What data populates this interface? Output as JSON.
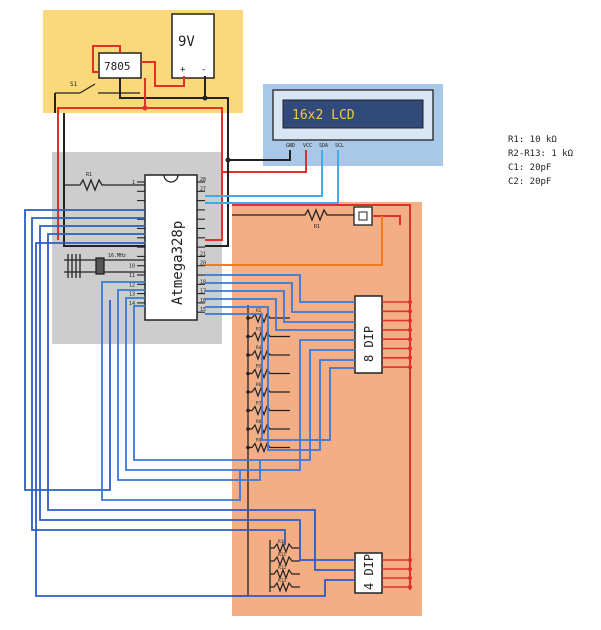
{
  "power": {
    "battery_label": "9V",
    "battery_plus": "+",
    "battery_minus": "-",
    "regulator_label": "7805",
    "switch_label": "S1"
  },
  "lcd": {
    "label": "16x2  LCD",
    "pins": [
      "GND",
      "VCC",
      "SDA",
      "SCL"
    ]
  },
  "mcu": {
    "label": "Atmega328p",
    "r1_label": "R1",
    "crystal_label": "16.MHz",
    "left_pins": [
      "1",
      "",
      "",
      "",
      "",
      "",
      "",
      "",
      "",
      "10",
      "11",
      "12",
      "13",
      "14"
    ],
    "right_pins": [
      "28",
      "27",
      "",
      "",
      "",
      "",
      "",
      "",
      "21",
      "20",
      "",
      "18",
      "17",
      "16",
      "15"
    ]
  },
  "button": {
    "resistor_label": "R1"
  },
  "dip8": {
    "label": "8 DIP",
    "resistor_labels": [
      "R2",
      "R3",
      "R4",
      "R5",
      "R6",
      "R7",
      "R8",
      "R9"
    ]
  },
  "dip4": {
    "label": "4 DIP",
    "resistor_labels": [
      "R10",
      "R11",
      "R12",
      "R13"
    ]
  },
  "legend": [
    "R1: 10 kΩ",
    "R2-R13: 1 kΩ",
    "C1: 20pF",
    "C2: 20pF"
  ],
  "colors": {
    "power_zone": "#fbd97a",
    "lcd_zone": "#a9c7e6",
    "mcu_zone": "#cdcdcd",
    "input_zone": "#f3ae86",
    "wire_red": "#e0302a",
    "wire_orange": "#f07a1e",
    "wire_blue": "#2a5cc8",
    "wire_lightblue": "#3aaee8",
    "wire_black": "#222222"
  }
}
